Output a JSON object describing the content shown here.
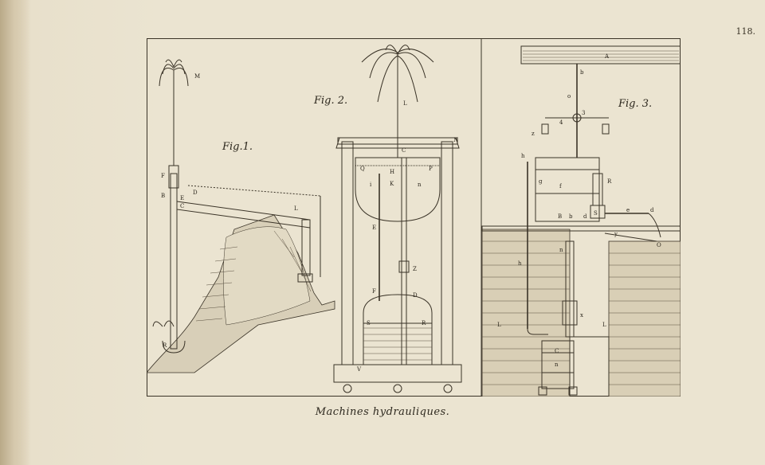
{
  "plate_number": "118.",
  "caption": "Machines hydrauliques.",
  "figures": [
    {
      "label": "Fig.1.",
      "letters": [
        "M",
        "F",
        "B",
        "E",
        "C",
        "D",
        "L",
        "R"
      ]
    },
    {
      "label": "Fig. 2.",
      "letters": [
        "L",
        "C",
        "N",
        "Q",
        "P",
        "H",
        "K",
        "i",
        "n",
        "E",
        "F",
        "Z",
        "D",
        "S",
        "R",
        "V"
      ]
    },
    {
      "label": "Fig. 3.",
      "letters": [
        "A",
        "b",
        "o",
        "3",
        "4",
        "z",
        "h",
        "g",
        "f",
        "R",
        "B",
        "b",
        "d",
        "S",
        "e",
        "d",
        "y",
        "O",
        "n",
        "h",
        "L",
        "L",
        "C",
        "n",
        "x"
      ]
    }
  ],
  "colors": {
    "paper": "#ebe4d1",
    "ink": "#3a3327"
  }
}
